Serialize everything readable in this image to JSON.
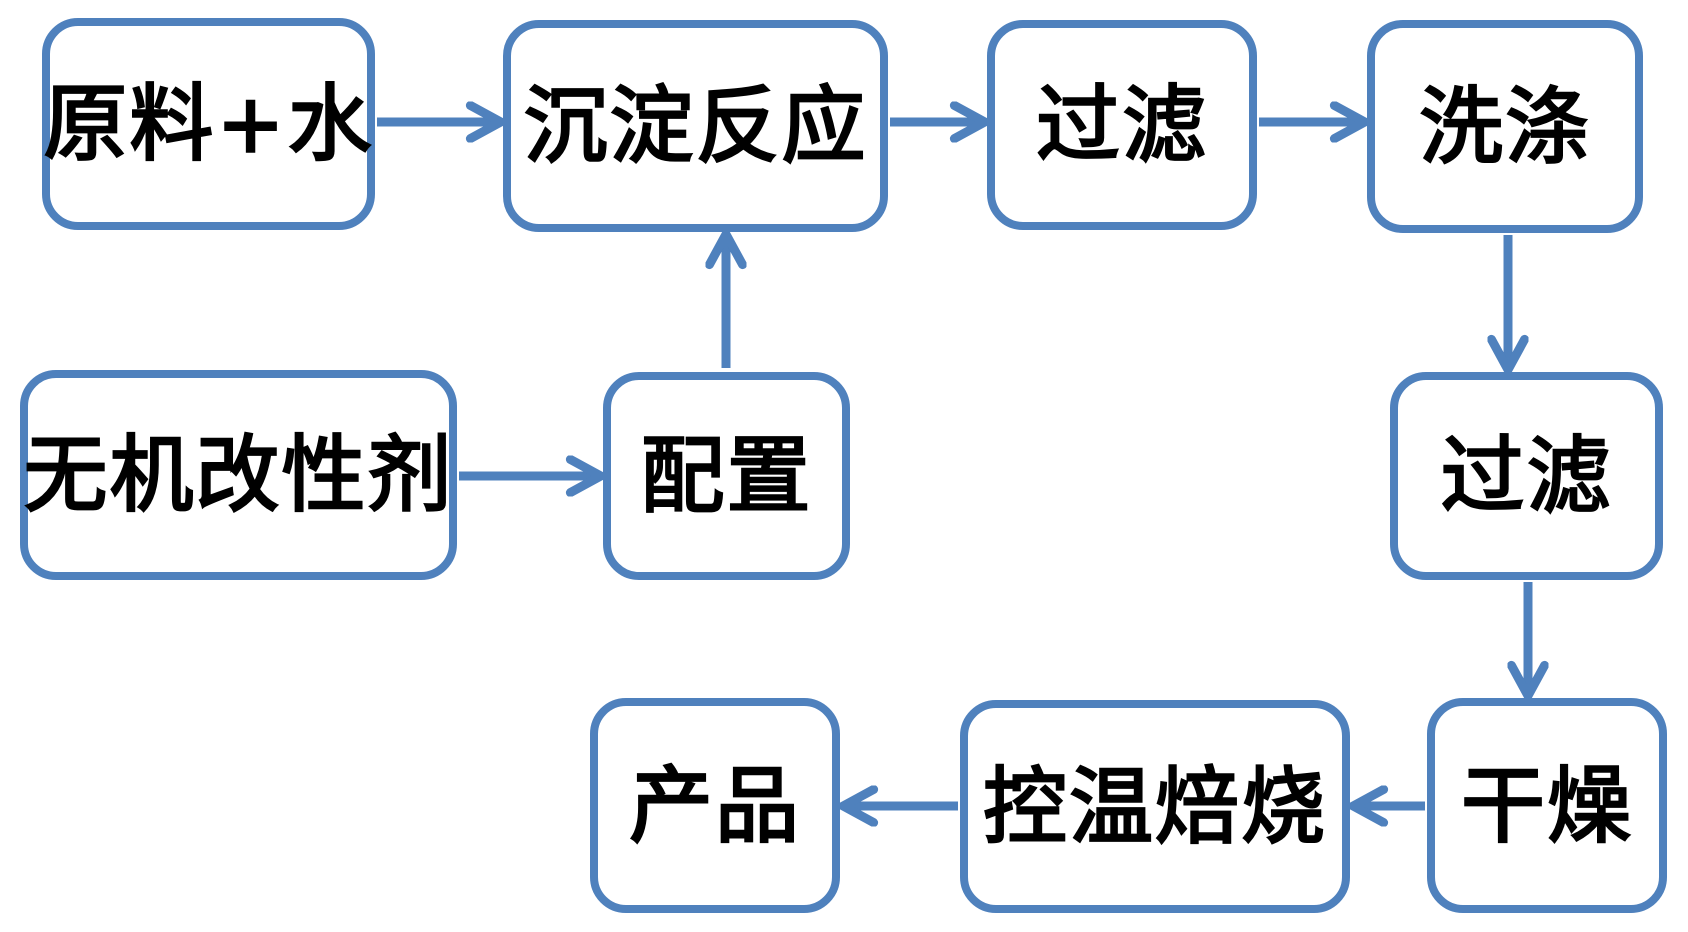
{
  "diagram": {
    "title": "",
    "type": "flowchart",
    "colors": {
      "accent": "#4f81bd",
      "text": "#000000",
      "background": "#ffffff"
    },
    "nodes": {
      "raw_material_water": {
        "label": "原料+水"
      },
      "precipitation_reaction": {
        "label": "沉淀反应"
      },
      "filtration_1": {
        "label": "过滤"
      },
      "washing": {
        "label": "洗涤"
      },
      "inorganic_modifier": {
        "label": "无机改性剂"
      },
      "preparation": {
        "label": "配置"
      },
      "filtration_2": {
        "label": "过滤"
      },
      "drying": {
        "label": "干燥"
      },
      "controlled_calcination": {
        "label": "控温焙烧"
      },
      "product": {
        "label": "产品"
      }
    },
    "edges": [
      {
        "from": "raw_material_water",
        "to": "precipitation_reaction"
      },
      {
        "from": "precipitation_reaction",
        "to": "filtration_1"
      },
      {
        "from": "filtration_1",
        "to": "washing"
      },
      {
        "from": "washing",
        "to": "filtration_2"
      },
      {
        "from": "inorganic_modifier",
        "to": "preparation"
      },
      {
        "from": "preparation",
        "to": "precipitation_reaction"
      },
      {
        "from": "filtration_2",
        "to": "drying"
      },
      {
        "from": "drying",
        "to": "controlled_calcination"
      },
      {
        "from": "controlled_calcination",
        "to": "product"
      }
    ]
  }
}
